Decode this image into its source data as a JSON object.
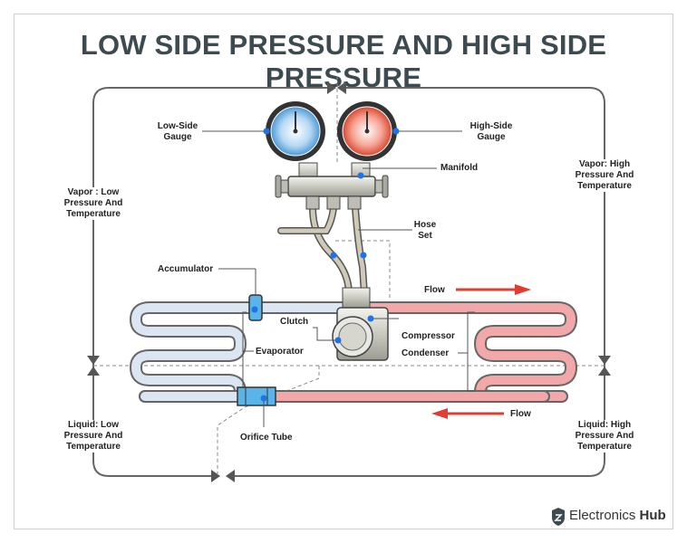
{
  "title": "LOW SIDE PRESSURE AND HIGH SIDE PRESSURE",
  "labels": {
    "low_gauge": [
      "Low-Side",
      "Gauge"
    ],
    "high_gauge": [
      "High-Side",
      "Gauge"
    ],
    "manifold": "Manifold",
    "hose_set": [
      "Hose",
      "Set"
    ],
    "accumulator": "Accumulator",
    "clutch": "Clutch",
    "compressor": "Compressor",
    "evaporator": "Evaporator",
    "condenser": "Condenser",
    "orifice_tube": "Orifice Tube",
    "flow_top": "Flow",
    "flow_bottom": "Flow",
    "vapor_low": [
      "Vapor : Low",
      "Pressure And",
      "Temperature"
    ],
    "vapor_high": [
      "Vapor: High",
      "Pressure And",
      "Temperature"
    ],
    "liquid_low": [
      "Liquid: Low",
      "Pressure And",
      "Temperature"
    ],
    "liquid_high": [
      "Liquid: High",
      "Pressure And",
      "Temperature"
    ]
  },
  "logo": {
    "text": "Electronics",
    "bold": "Hub"
  },
  "colors": {
    "title": "#3d4a50",
    "low_side": "#dce6f2",
    "high_side": "#f2a8a8",
    "flow_arrow": "#e03c31",
    "marker": "#1e73e6",
    "low_gauge_face": "#8cc3ec",
    "high_gauge_face": "#ef6b55"
  }
}
